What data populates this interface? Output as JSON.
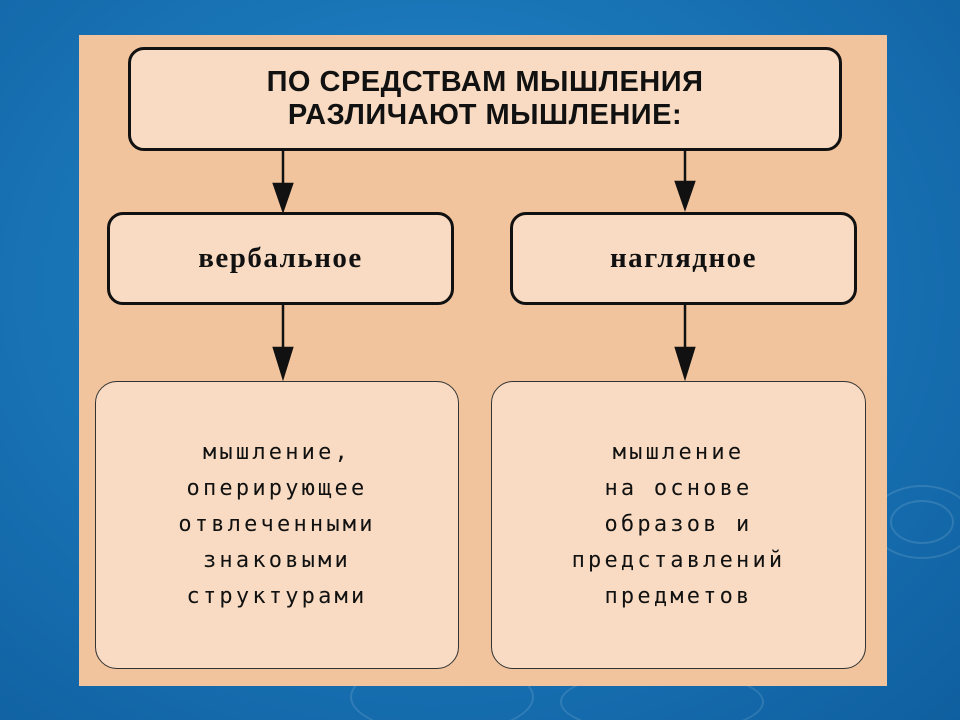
{
  "title": "ПО СРЕДСТВАМ МЫШЛЕНИЯ\nРАЗЛИЧАЮТ МЫШЛЕНИЕ:",
  "branches": [
    {
      "label": "вербальное",
      "description": "мышление,\noперирующее\nотвлеченными\nзнаковыми\nструктурами"
    },
    {
      "label": "наглядное",
      "description": "мышление\nна основе\nобразов и\nпредставлений\nпредметов"
    }
  ],
  "colors": {
    "background": "#1a76b8",
    "panel": "#f1c49e",
    "box_fill": "#f8dbc2",
    "stroke": "#111111"
  }
}
